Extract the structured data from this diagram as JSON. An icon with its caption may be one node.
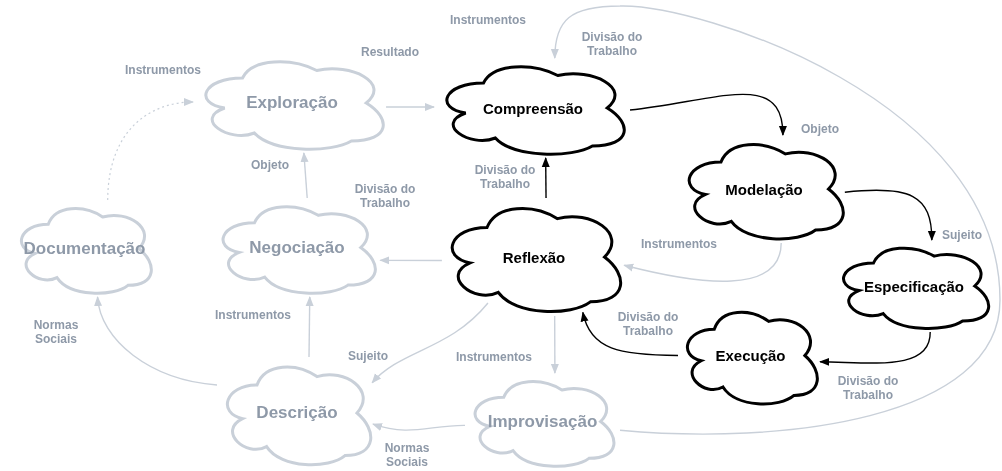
{
  "diagram": {
    "nodes": [
      {
        "text": [
          "Exploração"
        ]
      },
      {
        "text": [
          "Compreensão"
        ]
      },
      {
        "text": [
          "Modelação"
        ]
      },
      {
        "text": [
          "Documentação"
        ]
      },
      {
        "text": [
          "Negociação"
        ]
      },
      {
        "text": [
          "Reflexão"
        ]
      },
      {
        "text": [
          "Especificação"
        ]
      },
      {
        "text": [
          "Execução"
        ]
      },
      {
        "text": [
          "Descrição"
        ]
      },
      {
        "text": [
          "Improvisação"
        ]
      }
    ],
    "edges": [
      {
        "from": 3,
        "to": 0,
        "arrow": "to",
        "label": "Instrumentos",
        "style": "dashed"
      },
      {
        "from": 0,
        "to": 1,
        "arrow": "to",
        "label": "Resultado"
      },
      {
        "from": 9,
        "to": 1,
        "arrow": "to",
        "label": "Divisão do Trabalho"
      },
      {
        "from": 1,
        "to": 2,
        "arrow": "to",
        "label": "Objeto",
        "color": "#000000"
      },
      {
        "from": 4,
        "to": 0,
        "arrow": "to",
        "label": "Objeto"
      },
      {
        "from": 5,
        "to": 1,
        "arrow": "to",
        "label": "Divisão do Trabalho",
        "color": "#000000"
      },
      {
        "from": 2,
        "to": 6,
        "arrow": "to",
        "label": "Sujeito",
        "color": "#000000"
      },
      {
        "from": 2,
        "to": 5,
        "arrow": "to",
        "label": "Instrumentos"
      },
      {
        "from": 5,
        "to": 4,
        "arrow": "to",
        "label": "Divisão do Trabalho"
      },
      {
        "from": 6,
        "to": 7,
        "arrow": "to",
        "label": "Divisão do Trabalho",
        "color": "#000000"
      },
      {
        "from": 7,
        "to": 5,
        "arrow": "to",
        "label": "Divisão do Trabalho",
        "color": "#000000"
      },
      {
        "from": 8,
        "to": 3,
        "arrow": "to",
        "label": "Normas Sociais"
      },
      {
        "from": 8,
        "to": 4,
        "arrow": "to",
        "label": "Instrumentos"
      },
      {
        "from": 5,
        "to": 8,
        "arrow": "to",
        "label": "Sujeito"
      },
      {
        "from": 5,
        "to": 9,
        "arrow": "to",
        "label": "Instrumentos"
      },
      {
        "from": 9,
        "to": 8,
        "arrow": "to",
        "label": "Normas Sociais"
      }
    ],
    "labels": [
      "Instrumentos"
    ]
  }
}
